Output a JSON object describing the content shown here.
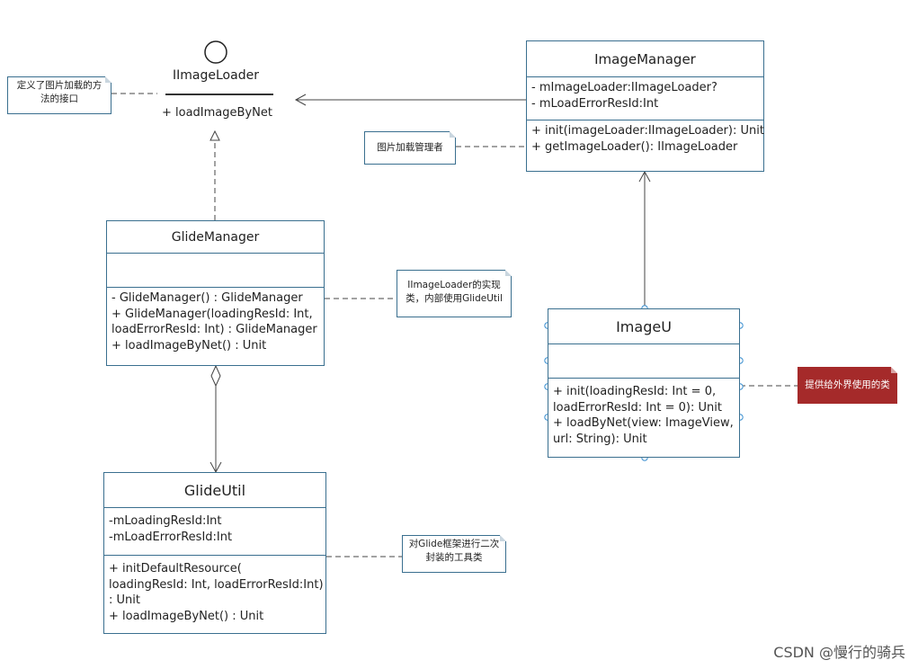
{
  "interface": {
    "name": "IImageLoader",
    "operations": [
      "+ loadImageByNet"
    ]
  },
  "classes": {
    "image_manager": {
      "name": "ImageManager",
      "attributes": [
        "- mImageLoader:IImageLoader?",
        "- mLoadErrorResId:Int"
      ],
      "operations": [
        "+ init(imageLoader:IImageLoader): Unit",
        "+ getImageLoader(): IImageLoader"
      ]
    },
    "glide_manager": {
      "name": "GlideManager",
      "attributes": [],
      "operations": [
        "- GlideManager() : GlideManager",
        "+ GlideManager(loadingResId: Int,",
        "loadErrorResId: Int) : GlideManager",
        "+ loadImageByNet() : Unit"
      ]
    },
    "image_u": {
      "name": "ImageU",
      "attributes": [],
      "operations": [
        "+ init(loadingResId: Int = 0,",
        "loadErrorResId: Int = 0): Unit",
        "+ loadByNet(view: ImageView,",
        "url: String): Unit"
      ]
    },
    "glide_util": {
      "name": "GlideUtil",
      "attributes": [
        "-mLoadingResId:Int",
        "-mLoadErrorResId:Int"
      ],
      "operations": [
        "+ initDefaultResource(",
        "loadingResId: Int, loadErrorResId:Int)",
        ": Unit",
        "+ loadImageByNet() : Unit"
      ]
    }
  },
  "notes": {
    "iface_note": [
      "定义了图片加载的方",
      "法的接口"
    ],
    "manager_note": [
      "图片加载管理者"
    ],
    "glide_manager_note": [
      "IImageLoader的实现",
      "类，内部使用GlideUtil"
    ],
    "image_u_note": [
      "提供给外界使用的类"
    ],
    "glide_util_note": [
      "对Glide框架进行二次",
      "封装的工具类"
    ]
  },
  "watermark": "CSDN @慢行的骑兵",
  "colors": {
    "border": "#3a6f8f",
    "highlight_note": "#a52a2a"
  }
}
